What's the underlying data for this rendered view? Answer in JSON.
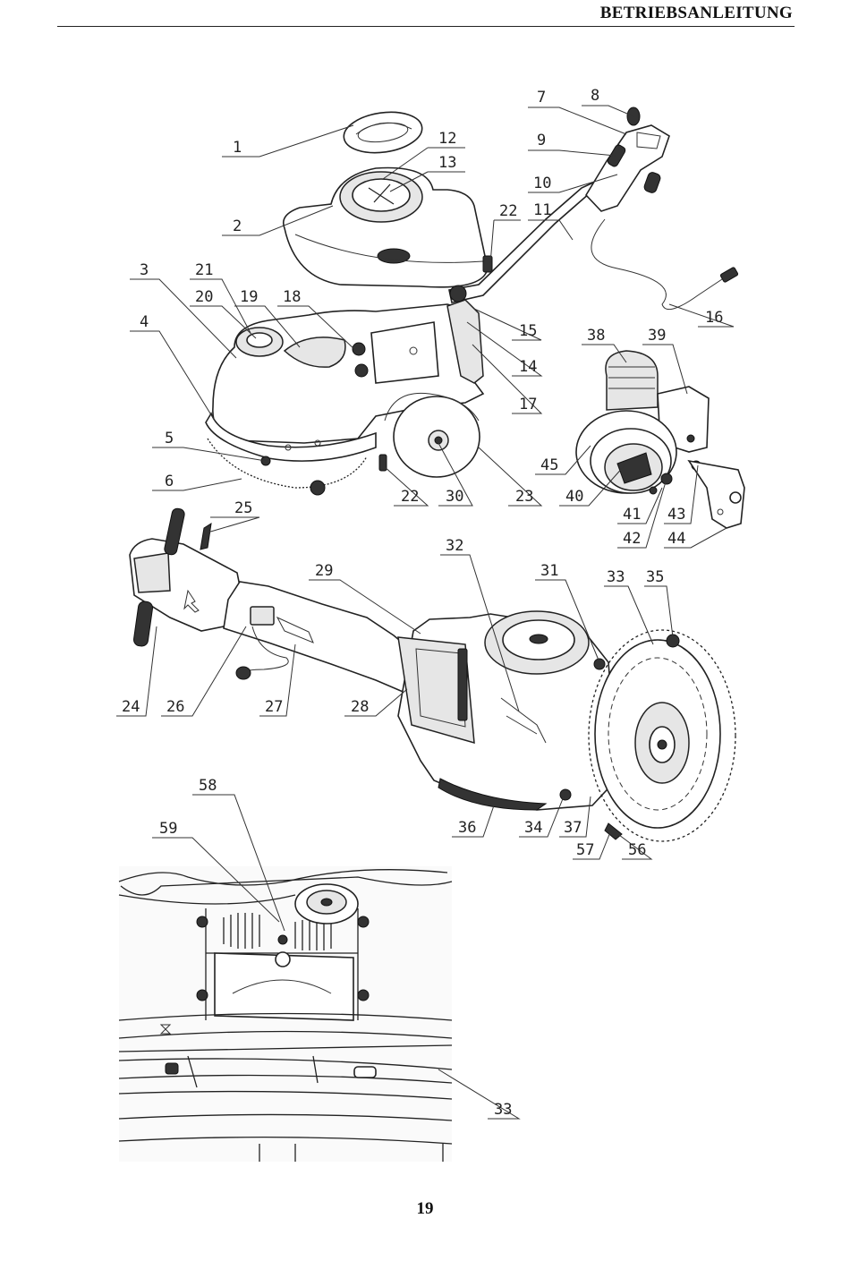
{
  "header": {
    "title": "BETRIEBSANLEITUNG"
  },
  "page": {
    "number": "19"
  },
  "callouts": {
    "c1": "1",
    "c2": "2",
    "c3": "3",
    "c4": "4",
    "c5": "5",
    "c6": "6",
    "c7": "7",
    "c8": "8",
    "c9": "9",
    "c10": "10",
    "c11": "11",
    "c12": "12",
    "c13": "13",
    "c14": "14",
    "c15": "15",
    "c16": "16",
    "c17": "17",
    "c18": "18",
    "c19": "19",
    "c20": "20",
    "c21": "21",
    "c22a": "22",
    "c22b": "22",
    "c23": "23",
    "c24": "24",
    "c25": "25",
    "c26": "26",
    "c27": "27",
    "c28": "28",
    "c29": "29",
    "c30": "30",
    "c31": "31",
    "c32": "32",
    "c33a": "33",
    "c33b": "33",
    "c34": "34",
    "c35": "35",
    "c36": "36",
    "c37": "37",
    "c38": "38",
    "c39": "39",
    "c40": "40",
    "c41": "41",
    "c42": "42",
    "c43": "43",
    "c44": "44",
    "c45": "45",
    "c56": "56",
    "c57": "57",
    "c58": "58",
    "c59": "59"
  }
}
